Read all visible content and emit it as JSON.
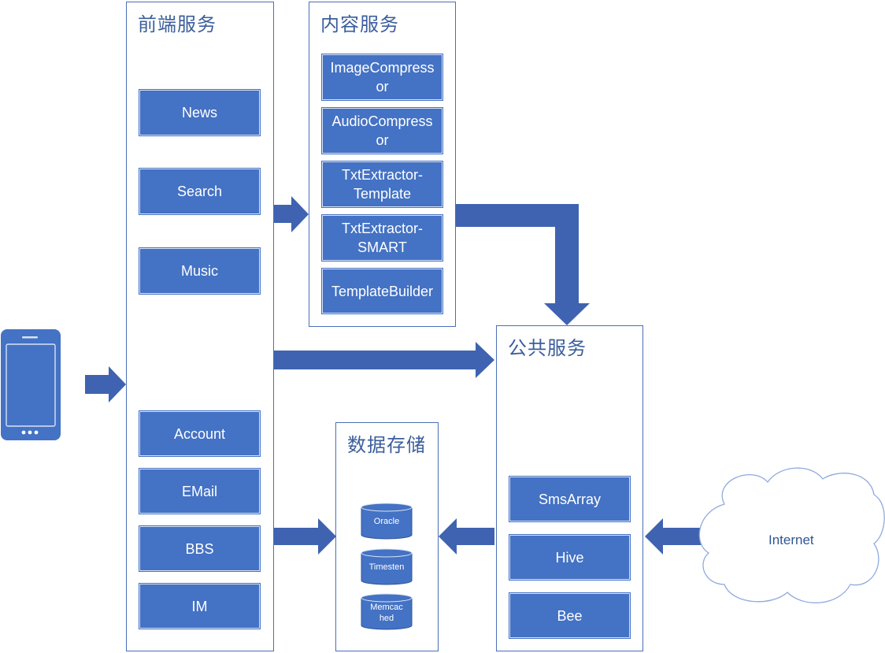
{
  "panels": {
    "frontend": {
      "title": "前端服务"
    },
    "content": {
      "title": "内容服务"
    },
    "public": {
      "title": "公共服务"
    },
    "storage": {
      "title": "数据存储"
    }
  },
  "frontend_items": [
    "News",
    "Search",
    "Music",
    "Account",
    "EMail",
    "BBS",
    "IM"
  ],
  "content_items": [
    [
      "ImageCompress",
      "or"
    ],
    [
      "AudioCompress",
      "or"
    ],
    [
      "TxtExtractor-",
      "Template"
    ],
    [
      "TxtExtractor-",
      "SMART"
    ],
    [
      "TemplateBuilder"
    ]
  ],
  "public_items": [
    "SmsArray",
    "Hive",
    "Bee"
  ],
  "storage_items": [
    [
      "Oracle"
    ],
    [
      "Timesten"
    ],
    [
      "Memcac",
      "hed"
    ]
  ],
  "external": {
    "internet": "Internet"
  },
  "icons": {
    "client": "smartphone-icon",
    "internet": "cloud-icon",
    "database": "cylinder-icon"
  },
  "colors": {
    "box_fill": "#4472c4",
    "arrow_fill": "#3f63b0",
    "panel_border": "#4a6fb5",
    "title_text": "#3b5e9c"
  }
}
